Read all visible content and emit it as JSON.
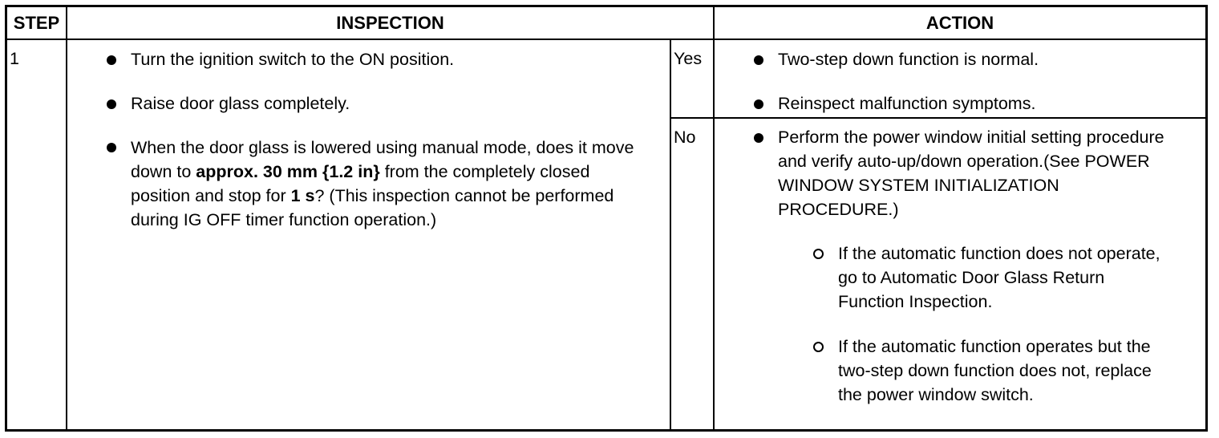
{
  "headers": {
    "step": "STEP",
    "inspection": "INSPECTION",
    "action": "ACTION"
  },
  "row": {
    "step": "1",
    "inspection": {
      "items": [
        "Turn the ignition switch to the ON position.",
        "Raise door glass completely."
      ],
      "question": {
        "p1": "When the door glass is lowered using manual mode, does it move down to ",
        "b1": "approx. 30 mm {1.2 in}",
        "p2": " from the completely closed position and stop for ",
        "b2": "1 s",
        "p3": "? (This inspection cannot be performed during IG OFF timer function operation.)"
      }
    },
    "yes": {
      "label": "Yes",
      "items": [
        "Two-step down function is normal.",
        "Reinspect malfunction symptoms."
      ]
    },
    "no": {
      "label": "No",
      "item": "Perform the power window initial setting procedure and verify auto-up/down operation.(See POWER WINDOW SYSTEM INITIALIZATION PROCEDURE.)",
      "subitems": [
        "If the automatic function does not operate, go to Automatic Door Glass Return Function Inspection.",
        "If the automatic function operates but the two-step down function does not, replace the power window switch."
      ]
    }
  }
}
